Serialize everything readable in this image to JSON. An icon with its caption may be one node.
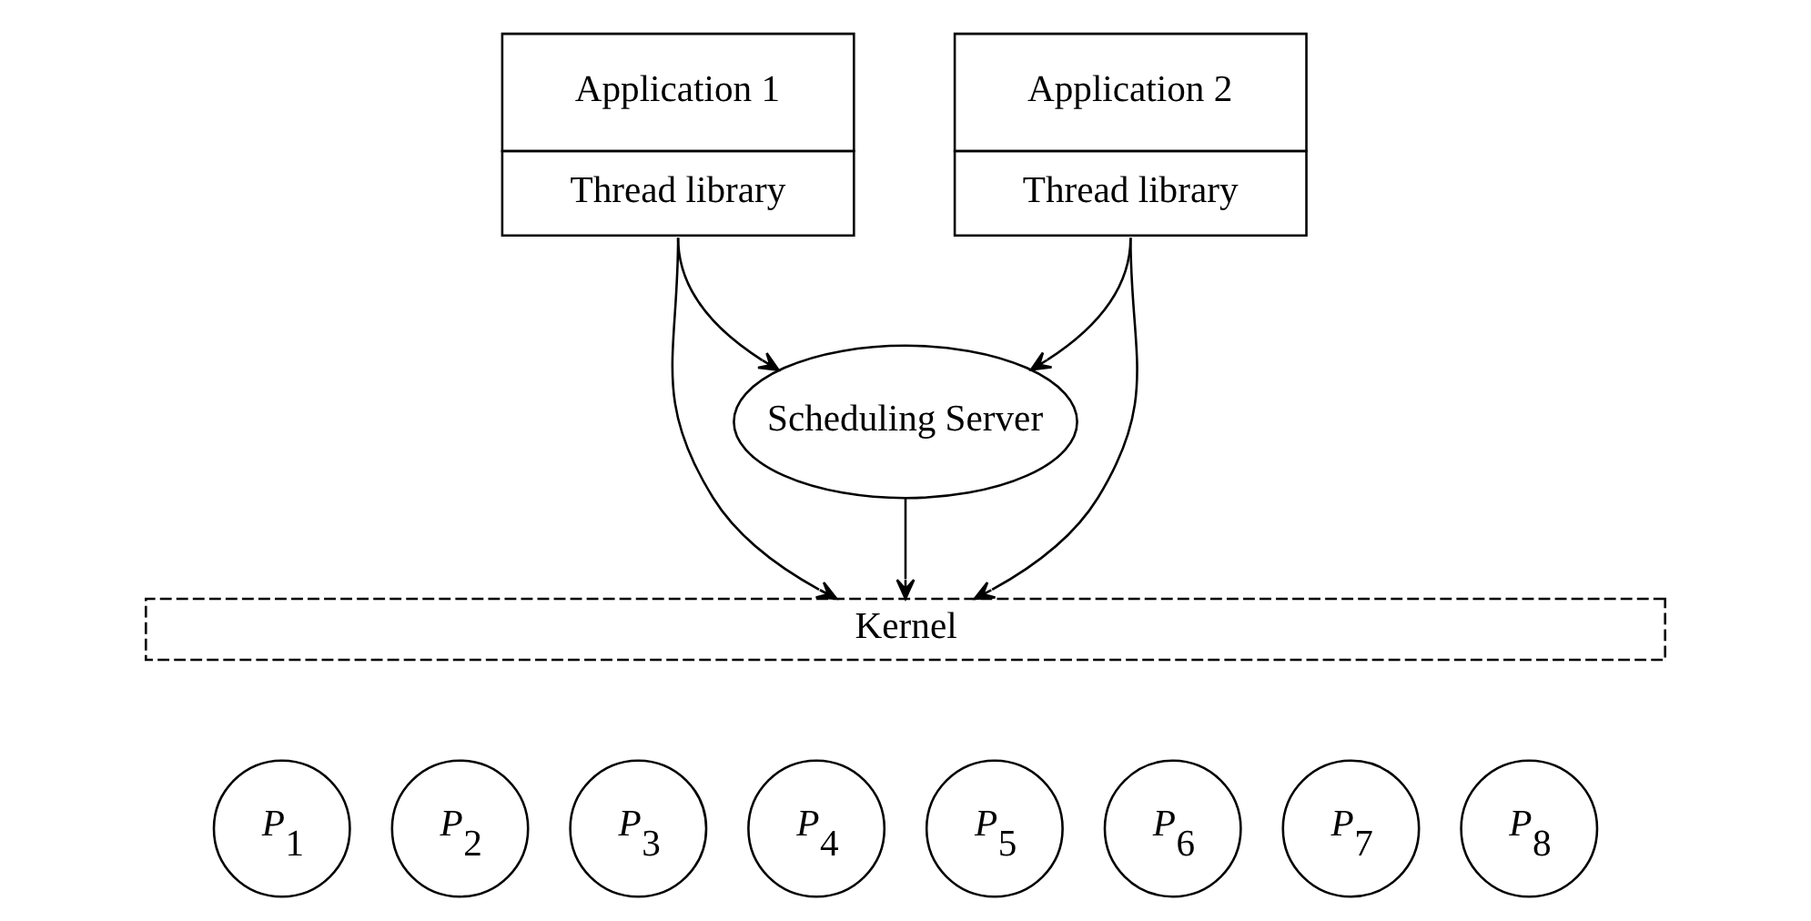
{
  "diagram": {
    "nodes": [
      {
        "text": [
          "Application 1",
          "Thread library"
        ]
      },
      {
        "text": [
          "Application 2",
          "Thread library"
        ]
      },
      {
        "text": [
          "Scheduling Server"
        ]
      },
      {
        "text": [
          "Kernel"
        ]
      },
      {
        "text": [
          "*P*$_{1}$"
        ]
      },
      {
        "text": [
          "*P*$_{2}$"
        ]
      },
      {
        "text": [
          "*P*$_{3}$"
        ]
      },
      {
        "text": [
          "*P*$_{4}$"
        ]
      },
      {
        "text": [
          "*P*$_{5}$"
        ]
      },
      {
        "text": [
          "*P*$_{6}$"
        ]
      },
      {
        "text": [
          "*P*$_{7}$"
        ]
      },
      {
        "text": [
          "*P*$_{8}$"
        ]
      }
    ],
    "edges": [
      {
        "from": 0,
        "to": 3,
        "arrow": "to"
      },
      {
        "from": 0,
        "to": 2,
        "arrow": "to"
      },
      {
        "from": 1,
        "to": 2,
        "arrow": "to"
      },
      {
        "from": 1,
        "to": 3,
        "arrow": "to"
      },
      {
        "from": 2,
        "to": 3,
        "arrow": "to"
      }
    ]
  }
}
